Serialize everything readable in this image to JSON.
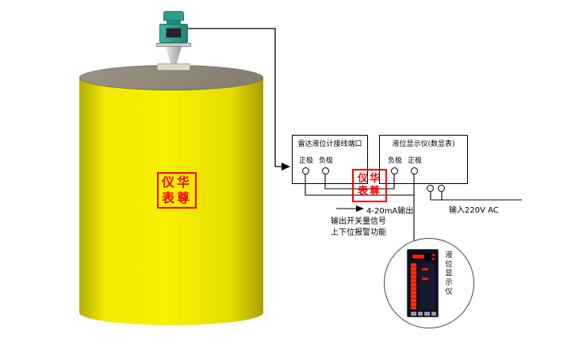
{
  "colors": {
    "tank_yellow": "#f2ea00",
    "tank_top_gray": "#8e8476",
    "sensor_teal": "#2d9e8e",
    "watermark_red": "#ff0000",
    "wire": "#000000",
    "panel_dark": "#101024",
    "led_red": "#f42000"
  },
  "watermark_tank": {
    "row1": "仪华",
    "row2": "表尊"
  },
  "watermark_wiring": {
    "row1": "仪华",
    "row2": "表尊"
  },
  "terminal_box_radar": {
    "title": "雷达液位计接线端口",
    "terminals": [
      {
        "label": "正极"
      },
      {
        "label": "负极"
      }
    ]
  },
  "terminal_box_display": {
    "title": "液位显示仪(数显表)",
    "signal_terminals": [
      {
        "label": "负极"
      },
      {
        "label": "正极"
      }
    ],
    "power_terminal_count": 2
  },
  "annotations": {
    "output_4_20ma": "4-20mA输出",
    "power_input": "输入220V AC",
    "switch_signal_line1": "输出开关量信号",
    "switch_signal_line2": "上下位报警功能"
  },
  "callout": {
    "vertical_label": "液位显示仪"
  }
}
